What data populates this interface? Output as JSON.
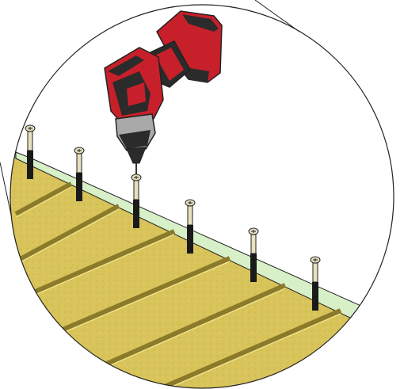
{
  "illustration": {
    "subject": "cordless-drill-driving-screws-into-insulation-boards",
    "screw_count": 6,
    "board_count": 7,
    "colors": {
      "drill_red": "#c8202a",
      "drill_dark": "#2b2b2b",
      "chuck_silver": "#a9a9a9",
      "insulation": "#d8c45a",
      "insulation_shadow": "#a99630",
      "membrane_green": "#d7f0c8",
      "screw_black": "#1a1a1a",
      "screw_cap": "#e6e0bf",
      "outline": "#222222"
    }
  }
}
